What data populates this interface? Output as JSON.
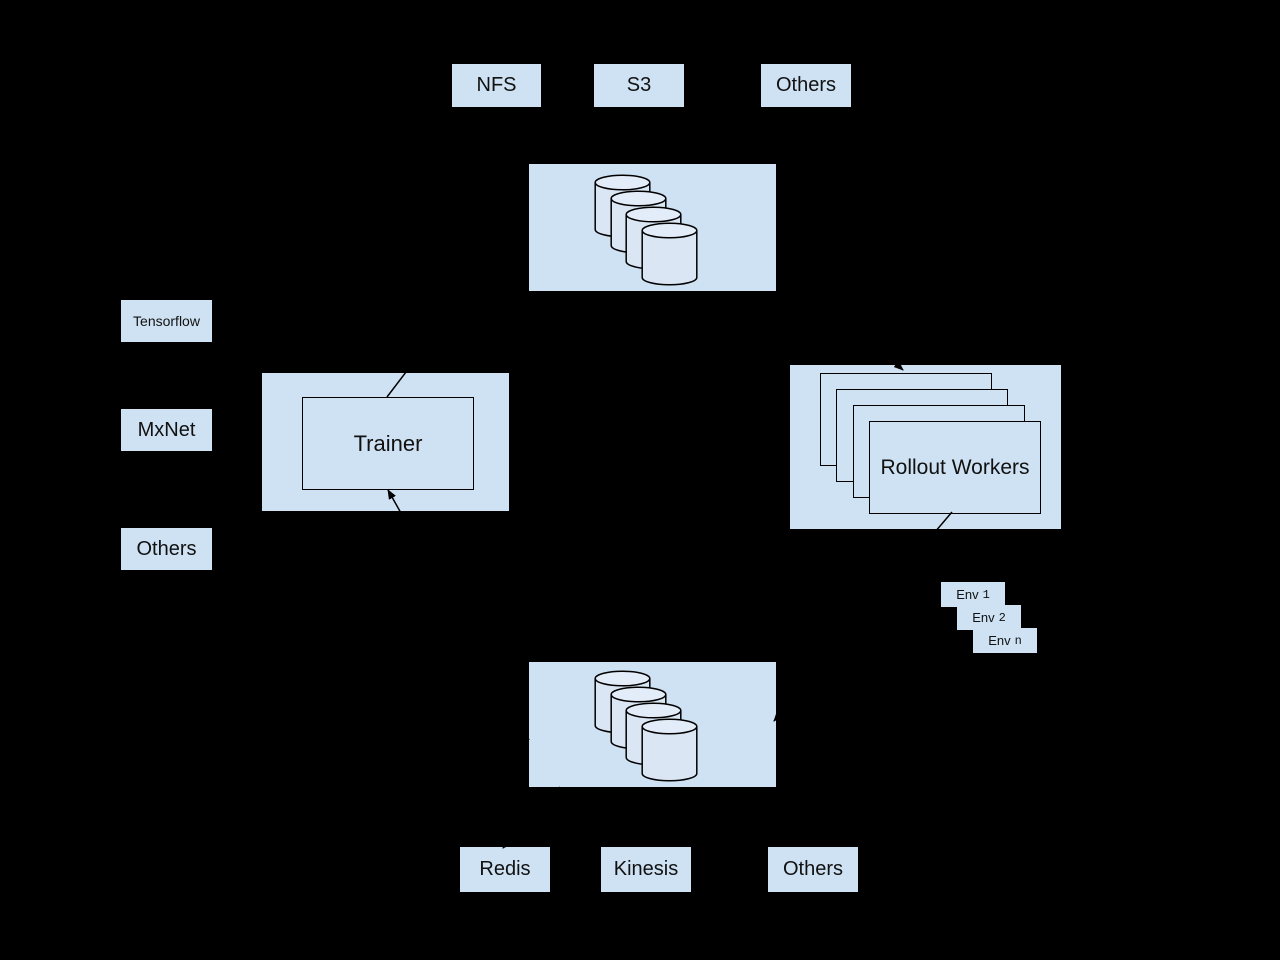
{
  "colors": {
    "background": "#000000",
    "box_fill": "#cfe2f3",
    "cylinder_body_fill": "#dae6f4",
    "cylinder_top_fill": "#e3ecf9",
    "line": "#000000",
    "text": "#111111"
  },
  "top_storage": {
    "services": [
      {
        "label": "NFS"
      },
      {
        "label": "S3"
      },
      {
        "label": "Others"
      }
    ],
    "cylinder_count": 4
  },
  "frameworks": {
    "items": [
      {
        "label": "Tensorflow"
      },
      {
        "label": "MxNet"
      },
      {
        "label": "Others"
      }
    ]
  },
  "trainer": {
    "label": "Trainer"
  },
  "rollout_workers": {
    "label": "Rollout Workers",
    "stack_count": 4
  },
  "environments": {
    "items": [
      {
        "label": "Env",
        "index": "1"
      },
      {
        "label": "Env",
        "index": "2"
      },
      {
        "label": "Env",
        "index": "n"
      }
    ]
  },
  "bottom_storage": {
    "services": [
      {
        "label": "Redis"
      },
      {
        "label": "Kinesis"
      },
      {
        "label": "Others"
      }
    ],
    "cylinder_count": 4
  }
}
